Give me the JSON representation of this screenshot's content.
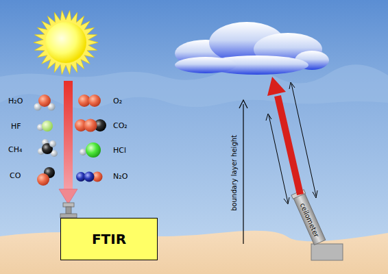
{
  "diagram": {
    "nodes": [
      {
        "text": [
          "FTIR"
        ]
      },
      {
        "text": [
          "ceilometer"
        ]
      }
    ],
    "labels": [
      "H₂O",
      "HF",
      "CH₄",
      "CO",
      "O₂",
      "CO₂",
      "HCl",
      "N₂O",
      "boundary layer height"
    ]
  }
}
